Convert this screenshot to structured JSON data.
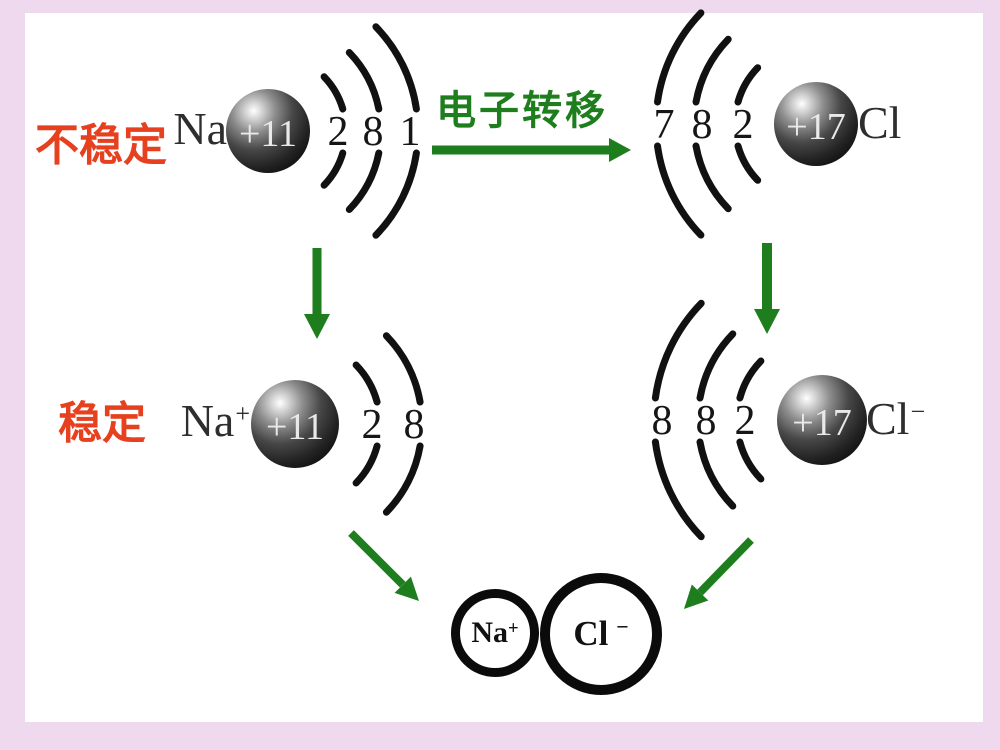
{
  "labels": {
    "unstable": "不稳定",
    "stable": "稳定",
    "electron_transfer": "电子转移"
  },
  "atoms": {
    "na_atom": {
      "element": "Na",
      "charge": "",
      "nucleus_charge": "+11",
      "shells_inner_to_outer": [
        "2",
        "8",
        "1"
      ]
    },
    "cl_atom": {
      "element": "Cl",
      "charge": "",
      "nucleus_charge": "+17",
      "shells_inner_to_outer": [
        "2",
        "8",
        "7"
      ]
    },
    "na_ion": {
      "element": "Na",
      "charge": "+",
      "nucleus_charge": "+11",
      "shells_inner_to_outer": [
        "2",
        "8"
      ]
    },
    "cl_ion": {
      "element": "Cl",
      "charge": "−",
      "nucleus_charge": "+17",
      "shells_inner_to_outer": [
        "2",
        "8",
        "8"
      ]
    }
  },
  "ion_pair": {
    "na": {
      "symbol": "Na",
      "charge": "+"
    },
    "cl": {
      "symbol": "Cl",
      "charge": "−"
    }
  },
  "colors": {
    "frame_pink": "#eed9ee",
    "canvas_white": "#ffffff",
    "state_label_red": "#e6401e",
    "arrow_green": "#1e7e1e",
    "shell_ink": "#111111"
  }
}
